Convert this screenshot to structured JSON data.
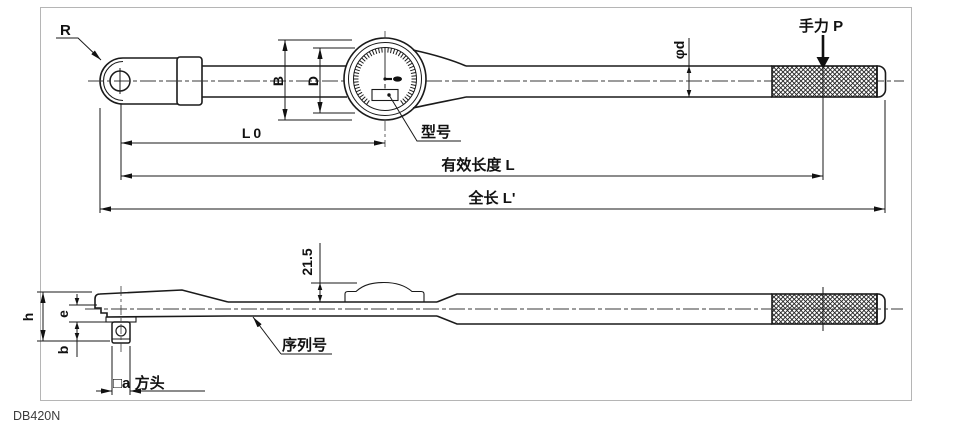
{
  "product_code": "DB420N",
  "top_view": {
    "radius_label": "R",
    "dial_outer_width": "B",
    "dial_face_width": "D",
    "model_label": "型号",
    "head_to_dial_length": "L0",
    "effective_length": "有效长度 L",
    "total_length": "全长 L'",
    "hand_force": "手力 P",
    "tube_diameter": "φd"
  },
  "bottom_view": {
    "dial_height": "21.5",
    "serial_label": "序列号",
    "head_height": "h",
    "center_offset": "e",
    "drive_protrusion": "b",
    "square_drive": "□a 方头"
  }
}
